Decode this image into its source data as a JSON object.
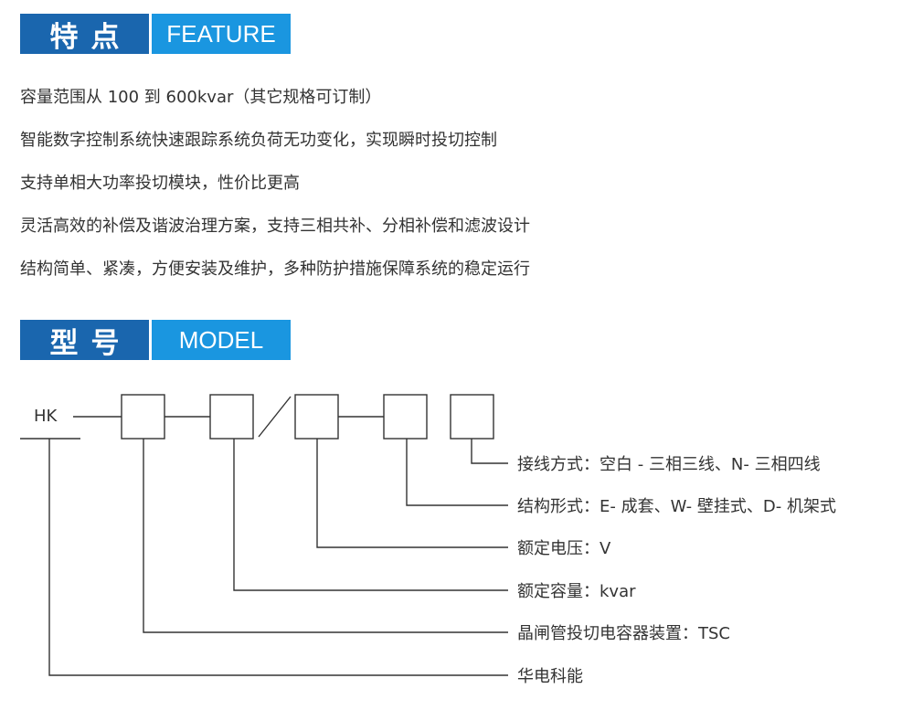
{
  "feature_section": {
    "title_cn": "特点",
    "title_en": "FEATURE",
    "items": [
      "容量范围从 100 到 600kvar（其它规格可订制）",
      "智能数字控制系统快速跟踪系统负荷无功变化，实现瞬时投切控制",
      "支持单相大功率投切模块，性价比更高",
      "灵活高效的补偿及谐波治理方案，支持三相共补、分相补偿和滤波设计",
      "结构简单、紧凑，方便安装及维护，多种防护措施保障系统的稳定运行"
    ]
  },
  "model_section": {
    "title_cn": "型号",
    "title_en": "MODEL",
    "prefix": "HK",
    "descriptions": [
      "接线方式：空白 - 三相三线、N- 三相四线",
      "结构形式：E- 成套、W- 壁挂式、D- 机架式",
      "额定电压：V",
      "额定容量：kvar",
      "晶闸管投切电容器装置：TSC",
      "华电科能"
    ]
  },
  "colors": {
    "header_dark": "#1a66ae",
    "header_light": "#1a96e0",
    "text": "#333333",
    "line": "#333333"
  }
}
